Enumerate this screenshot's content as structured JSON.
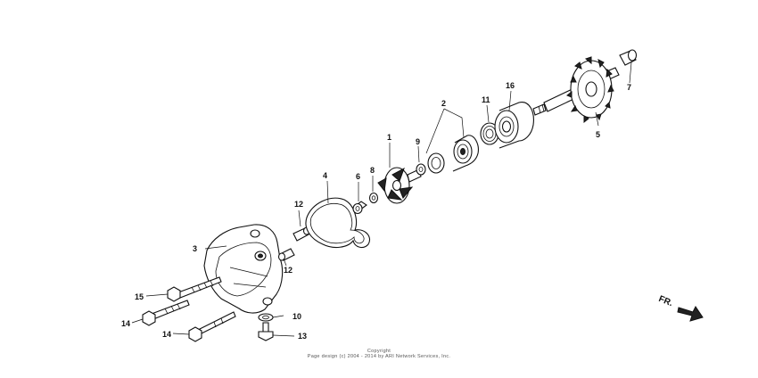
{
  "diagram": {
    "callouts": {
      "c1": "1",
      "c2": "2",
      "c3": "3",
      "c4": "4",
      "c5": "5",
      "c6": "6",
      "c7": "7",
      "c8": "8",
      "c9": "9",
      "c10": "10",
      "c11": "11",
      "c12a": "12",
      "c12b": "12",
      "c13": "13",
      "c14a": "14",
      "c14b": "14",
      "c15": "15",
      "c16": "16"
    },
    "direction_label": "FR."
  },
  "copyright": {
    "title": "Copyright",
    "line": "Page design (c) 2004 - 2014 by ARI Network Services, Inc."
  }
}
